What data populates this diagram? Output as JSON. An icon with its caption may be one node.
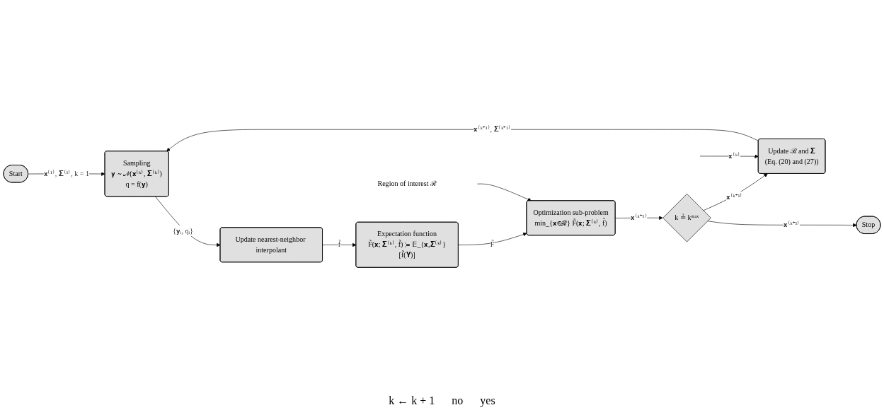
{
  "diagram": {
    "nodes": [
      {
        "text": [
          "Start"
        ]
      },
      {
        "text": [
          "Sampling",
          "𝐲 ∼ 𝒩(𝐱⁽ᵏ⁾, 𝚺⁽ᵏ⁾)",
          "q = f(𝐲)"
        ]
      },
      {
        "text": [
          "Update nearest-neighbor interpolant"
        ]
      },
      {
        "text": [
          "Expectation function",
          "F̃(𝐱; 𝚺⁽ᵏ⁾, f̃) ≔ 𝔼_{𝐱,𝚺⁽ᵏ⁾}[f̃(𝐘)]"
        ]
      },
      {
        "text": [
          "Optimization sub-problem",
          "min_{𝐱∈ℛ} F̃(𝐱; 𝚺⁽ᵏ⁾, f̃)"
        ]
      },
      {
        "text": [
          "Region of interest ℛ"
        ]
      },
      {
        "text": [
          "k ≟ kᵐᵃˣ"
        ]
      },
      {
        "text": [
          "Update ℛ and 𝚺",
          "(Eq. (20) and (27))"
        ]
      },
      {
        "text": [
          "Stop"
        ]
      }
    ],
    "edges": [
      {
        "from": 0,
        "to": 1,
        "arrow": "to",
        "label": "𝐱⁽¹⁾, 𝚺⁽¹⁾, k = 1"
      },
      {
        "from": 1,
        "to": 2,
        "arrow": "to",
        "label": "{𝐲ᵢ, qᵢ}"
      },
      {
        "from": 2,
        "to": 3,
        "arrow": "to",
        "label": "f̃"
      },
      {
        "from": 3,
        "to": 4,
        "arrow": "to",
        "label": "F̃"
      },
      {
        "from": 5,
        "to": 4,
        "arrow": "to"
      },
      {
        "from": 4,
        "to": 6,
        "arrow": "to",
        "label": "𝐱⁽ᵏ⁺¹⁾"
      },
      {
        "from": 6,
        "to": 7,
        "arrow": "to",
        "label": "𝐱⁽ᵏ⁺¹⁾"
      },
      {
        "from": 6,
        "to": 8,
        "arrow": "to",
        "label": "𝐱⁽ᵏ⁺¹⁾"
      },
      {
        "from": 7,
        "to": 1,
        "arrow": "to",
        "label": "𝐱⁽ᵏ⁺¹⁾, 𝚺⁽ᵏ⁺¹⁾"
      },
      {
        "from": null,
        "to": 7,
        "arrow": "to",
        "label": "𝐱⁽ᵏ⁾"
      }
    ],
    "labels": [
      "k ← k + 1",
      "no",
      "yes"
    ]
  }
}
